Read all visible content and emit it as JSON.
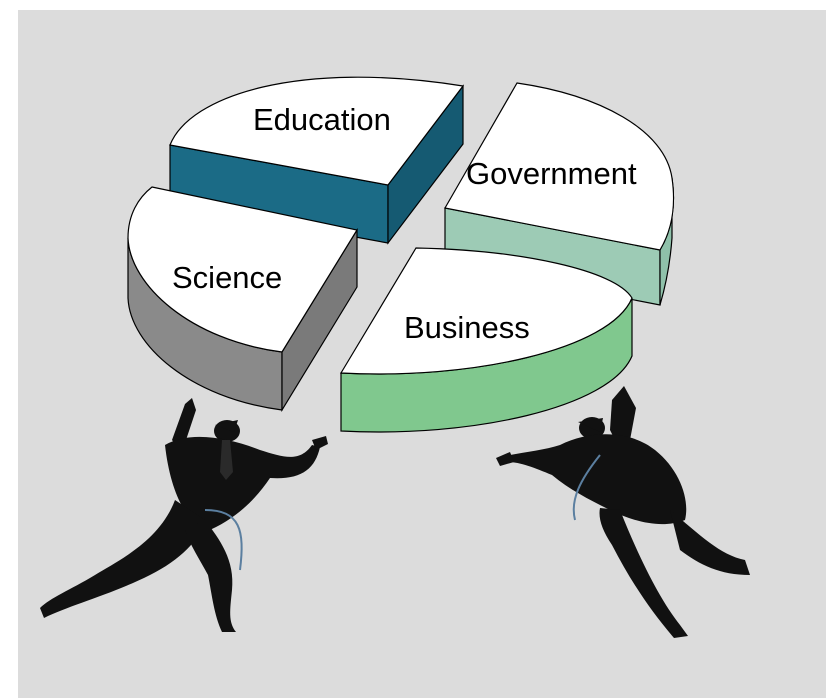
{
  "illustration": {
    "background_color": "#dcdcdc",
    "segments": [
      {
        "key": "education",
        "label": "Education",
        "side_color": "#1b6b86"
      },
      {
        "key": "government",
        "label": "Government",
        "side_color": "#9dcbb5"
      },
      {
        "key": "science",
        "label": "Science",
        "side_color": "#8a8a8a"
      },
      {
        "key": "business",
        "label": "Business",
        "side_color": "#80c88e"
      }
    ],
    "figures": [
      {
        "key": "businessman-left",
        "icon": "running-businessman"
      },
      {
        "key": "businessman-right",
        "icon": "running-businessman"
      }
    ]
  }
}
